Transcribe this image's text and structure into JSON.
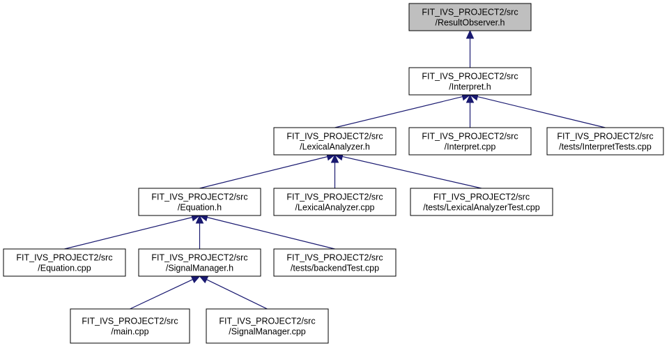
{
  "nodes": [
    {
      "id": "n0",
      "lines": [
        "FIT_IVS_PROJECT2/src",
        "/ResultObserver.h"
      ],
      "highlight": true
    },
    {
      "id": "n1",
      "lines": [
        "FIT_IVS_PROJECT2/src",
        "/Interpret.h"
      ]
    },
    {
      "id": "n2",
      "lines": [
        "FIT_IVS_PROJECT2/src",
        "/LexicalAnalyzer.h"
      ]
    },
    {
      "id": "n3",
      "lines": [
        "FIT_IVS_PROJECT2/src",
        "/Interpret.cpp"
      ]
    },
    {
      "id": "n4",
      "lines": [
        "FIT_IVS_PROJECT2/src",
        "/tests/InterpretTests.cpp"
      ]
    },
    {
      "id": "n5",
      "lines": [
        "FIT_IVS_PROJECT2/src",
        "/Equation.h"
      ]
    },
    {
      "id": "n6",
      "lines": [
        "FIT_IVS_PROJECT2/src",
        "/LexicalAnalyzer.cpp"
      ]
    },
    {
      "id": "n7",
      "lines": [
        "FIT_IVS_PROJECT2/src",
        "/tests/LexicalAnalyzerTest.cpp"
      ]
    },
    {
      "id": "n8",
      "lines": [
        "FIT_IVS_PROJECT2/src",
        "/Equation.cpp"
      ]
    },
    {
      "id": "n9",
      "lines": [
        "FIT_IVS_PROJECT2/src",
        "/SignalManager.h"
      ]
    },
    {
      "id": "n10",
      "lines": [
        "FIT_IVS_PROJECT2/src",
        "/tests/backendTest.cpp"
      ]
    },
    {
      "id": "n11",
      "lines": [
        "FIT_IVS_PROJECT2/src",
        "/main.cpp"
      ]
    },
    {
      "id": "n12",
      "lines": [
        "FIT_IVS_PROJECT2/src",
        "/SignalManager.cpp"
      ]
    }
  ],
  "edges": [
    {
      "from": "n1",
      "to": "n0"
    },
    {
      "from": "n2",
      "to": "n1"
    },
    {
      "from": "n3",
      "to": "n1"
    },
    {
      "from": "n4",
      "to": "n1"
    },
    {
      "from": "n5",
      "to": "n2"
    },
    {
      "from": "n6",
      "to": "n2"
    },
    {
      "from": "n7",
      "to": "n2"
    },
    {
      "from": "n8",
      "to": "n5"
    },
    {
      "from": "n9",
      "to": "n5"
    },
    {
      "from": "n10",
      "to": "n5"
    },
    {
      "from": "n11",
      "to": "n9"
    },
    {
      "from": "n12",
      "to": "n9"
    }
  ],
  "colors": {
    "edge": "#191970",
    "highlight_fill": "#bfbfbf",
    "box_fill": "#ffffff",
    "box_stroke": "#000000"
  }
}
